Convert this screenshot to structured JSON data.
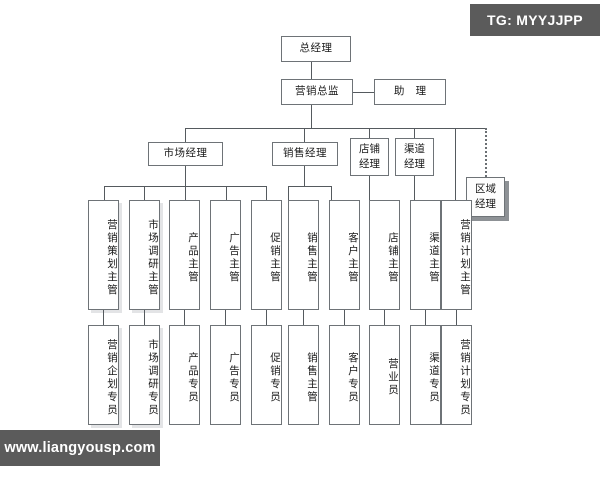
{
  "watermarks": {
    "telegram": "TG: MYYJJPP",
    "website": "www.liangyousp.com"
  },
  "colors": {
    "background": "#ffffff",
    "box_border": "#6e7377",
    "line": "#555a5e",
    "text": "#1a1a1a",
    "watermark_bg": "#5b5b5b",
    "watermark_text": "#ffffff",
    "shadow": "#8d9195"
  },
  "org_chart": {
    "level1": {
      "general_manager": "总经理"
    },
    "level2": {
      "marketing_director": "营销总监",
      "assistant": "助 理"
    },
    "level3": {
      "market_manager": "市场经理",
      "sales_manager": "销售经理",
      "store_manager_line1": "店铺",
      "store_manager_line2": "经理",
      "channel_manager_line1": "渠道",
      "channel_manager_line2": "经理",
      "region_manager_line1": "区域",
      "region_manager_line2": "经理"
    },
    "level4": [
      {
        "label": "营销策划主管"
      },
      {
        "label": "市场调研主管"
      },
      {
        "label": "产品主管"
      },
      {
        "label": "广告主管"
      },
      {
        "label": "促销主管"
      },
      {
        "label": "销售主管"
      },
      {
        "label": "客户主管"
      },
      {
        "label": "店铺主管"
      },
      {
        "label": "渠道主管"
      },
      {
        "label": "营销计划主管"
      }
    ],
    "level5": [
      {
        "label": "营销企划专员"
      },
      {
        "label": "市场调研专员"
      },
      {
        "label": "产品专员"
      },
      {
        "label": "广告专员"
      },
      {
        "label": "促销专员"
      },
      {
        "label": "销售主管"
      },
      {
        "label": "客户专员"
      },
      {
        "label": "营业员"
      },
      {
        "label": "渠道专员"
      },
      {
        "label": "营销计划专员"
      }
    ]
  }
}
